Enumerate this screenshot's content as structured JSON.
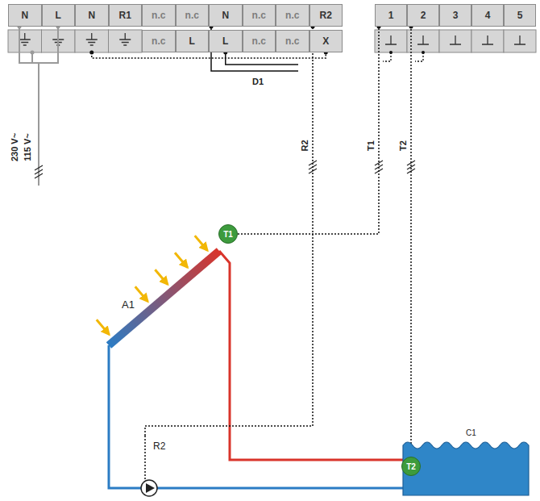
{
  "diagram": {
    "nodes": [
      {
        "text": [
          "N"
        ]
      },
      {
        "text": [
          "L"
        ]
      },
      {
        "text": [
          "N"
        ]
      },
      {
        "text": [
          "R1"
        ]
      },
      {
        "text": [
          "n.c"
        ]
      },
      {
        "text": [
          "n.c"
        ]
      },
      {
        "text": [
          "N"
        ]
      },
      {
        "text": [
          "n.c"
        ]
      },
      {
        "text": [
          "n.c"
        ]
      },
      {
        "text": [
          "R2"
        ]
      },
      {
        "text": [
          "n.c"
        ]
      },
      {
        "text": [
          "L"
        ]
      },
      {
        "text": [
          "L"
        ]
      },
      {
        "text": [
          "n.c"
        ]
      },
      {
        "text": [
          "n.c"
        ]
      },
      {
        "text": [
          "X"
        ]
      },
      {
        "text": [
          "1"
        ]
      },
      {
        "text": [
          "2"
        ]
      },
      {
        "text": [
          "3"
        ]
      },
      {
        "text": [
          "4"
        ]
      },
      {
        "text": [
          "5"
        ]
      },
      {
        "text": [
          "T1"
        ]
      },
      {
        "text": [
          "A1"
        ]
      },
      {
        "text": [
          "R2"
        ]
      },
      {
        "text": [
          "T2"
        ]
      },
      {
        "text": [
          "C1"
        ]
      }
    ],
    "edges": [
      {
        "from": 21,
        "to": 16,
        "arrow": "none",
        "label": "T1"
      },
      {
        "from": 24,
        "to": 17,
        "arrow": "none",
        "label": "T2"
      },
      {
        "from": 23,
        "to": 9,
        "arrow": "none",
        "label": "R2"
      }
    ],
    "labels": [
      "230 V~",
      "115 V~",
      "D1"
    ]
  }
}
